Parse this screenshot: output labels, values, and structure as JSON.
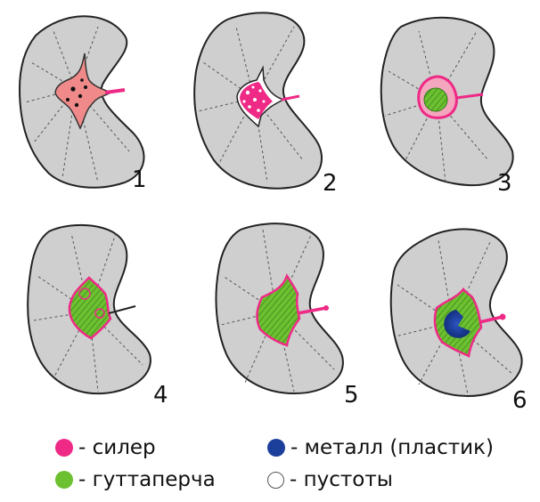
{
  "figures": [
    {
      "number": "1"
    },
    {
      "number": "2"
    },
    {
      "number": "3"
    },
    {
      "number": "4"
    },
    {
      "number": "5"
    },
    {
      "number": "6"
    }
  ],
  "legend": {
    "sealer": {
      "label": "- силер",
      "color": "#ee2a86"
    },
    "metal": {
      "label": "- металл (пластик)",
      "color": "#1d3f9c"
    },
    "gutta": {
      "label": "- гуттаперча",
      "color": "#6dc131"
    },
    "void": {
      "label": "- пустоты",
      "color": "#ffffff"
    }
  },
  "colors": {
    "root_fill": "#cfcfcf",
    "outline": "#222222",
    "sealer": "#ee2a86",
    "gutta": "#6dc131",
    "metal": "#1d3f9c",
    "canal_pink_bg": "#f08aa0"
  }
}
